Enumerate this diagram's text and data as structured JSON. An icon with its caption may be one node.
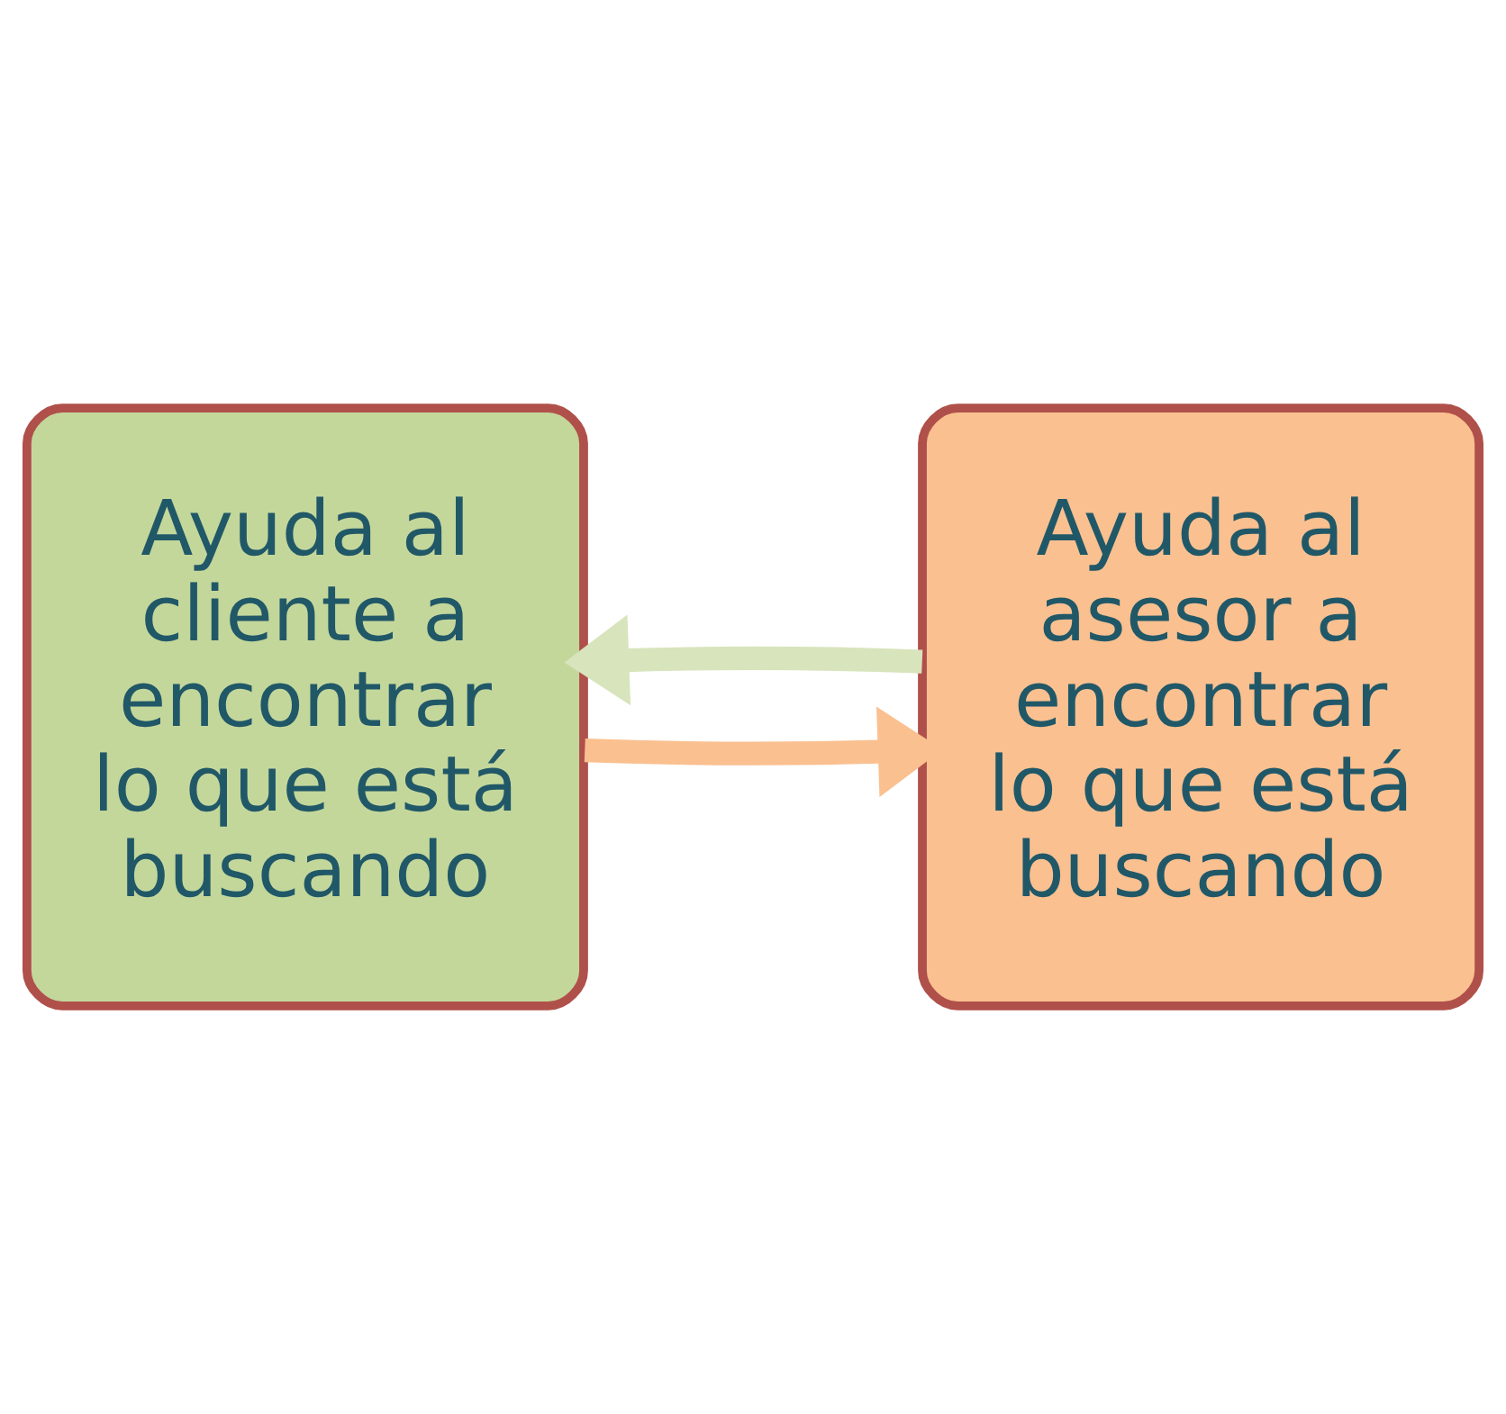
{
  "diagram": {
    "nodes": [
      {
        "text": [
          "Ayuda al cliente a encontrar lo que está buscando"
        ]
      },
      {
        "text": [
          "Ayuda al asesor a encontrar lo que está buscando"
        ]
      }
    ],
    "edges": [
      {
        "from": 0,
        "to": 1,
        "arrow": "to",
        "color": "#fac090"
      },
      {
        "from": 1,
        "to": 0,
        "arrow": "to",
        "color": "#d8e4bc"
      }
    ]
  }
}
